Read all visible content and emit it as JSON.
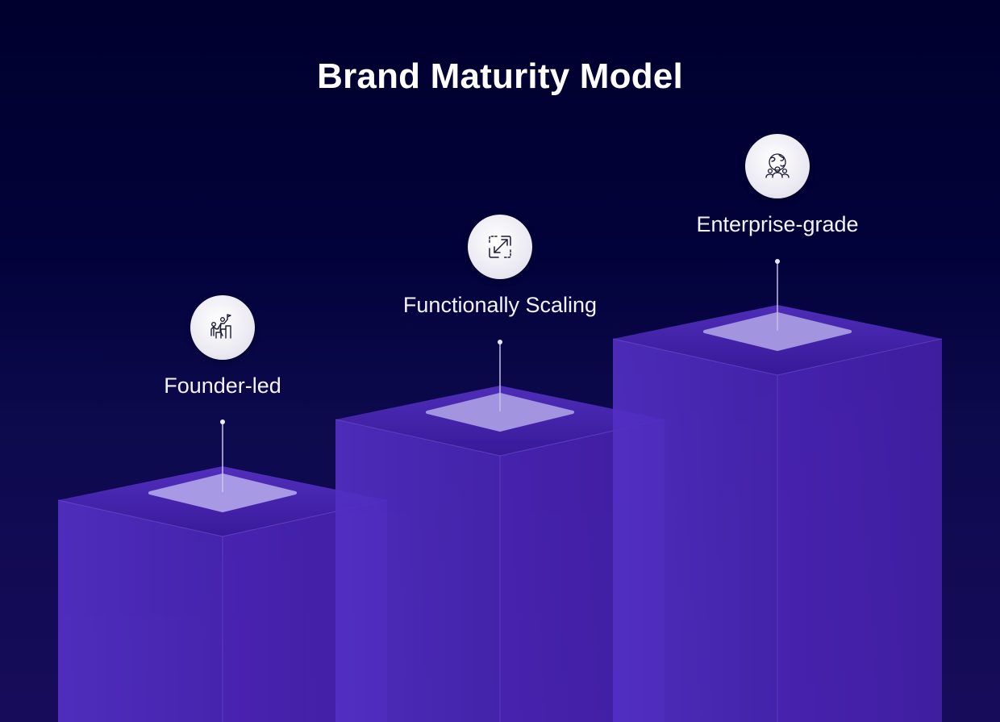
{
  "title": "Brand Maturity Model",
  "colors": {
    "background_top": "#00002e",
    "background_bottom": "#170c5a",
    "box_face": "#5a2fd0",
    "box_top": "#4b22b8",
    "diamond": "#b3a4ef",
    "icon_bg": "#eeedf3",
    "icon_stroke": "#1c1b35",
    "text": "#ffffff"
  },
  "stages": [
    {
      "label": "Founder-led",
      "icon": "team-climbing-stairs-flag-icon",
      "level": 1
    },
    {
      "label": "Functionally Scaling",
      "icon": "resize-expand-arrows-icon",
      "level": 2
    },
    {
      "label": "Enterprise-grade",
      "icon": "globe-with-people-icon",
      "level": 3
    }
  ]
}
